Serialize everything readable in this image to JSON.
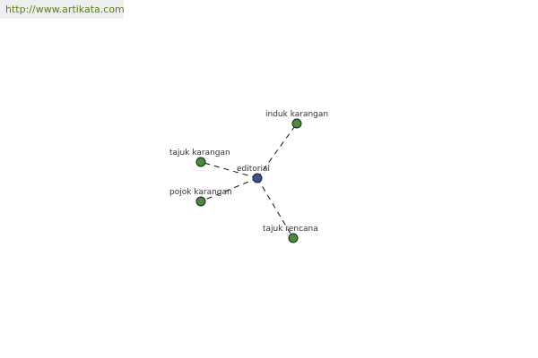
{
  "watermark": {
    "url": "http://www.artikata.com"
  },
  "graph": {
    "center": {
      "label": "editorial",
      "color": "#3f4f93"
    },
    "leaf_color": "#4a8a3e",
    "nodes": [
      {
        "id": "induk",
        "label": "induk karangan"
      },
      {
        "id": "tajuk-karangan",
        "label": "tajuk karangan"
      },
      {
        "id": "pojok",
        "label": "pojok karangan"
      },
      {
        "id": "tajuk-rencana",
        "label": "tajuk rencana"
      }
    ]
  }
}
